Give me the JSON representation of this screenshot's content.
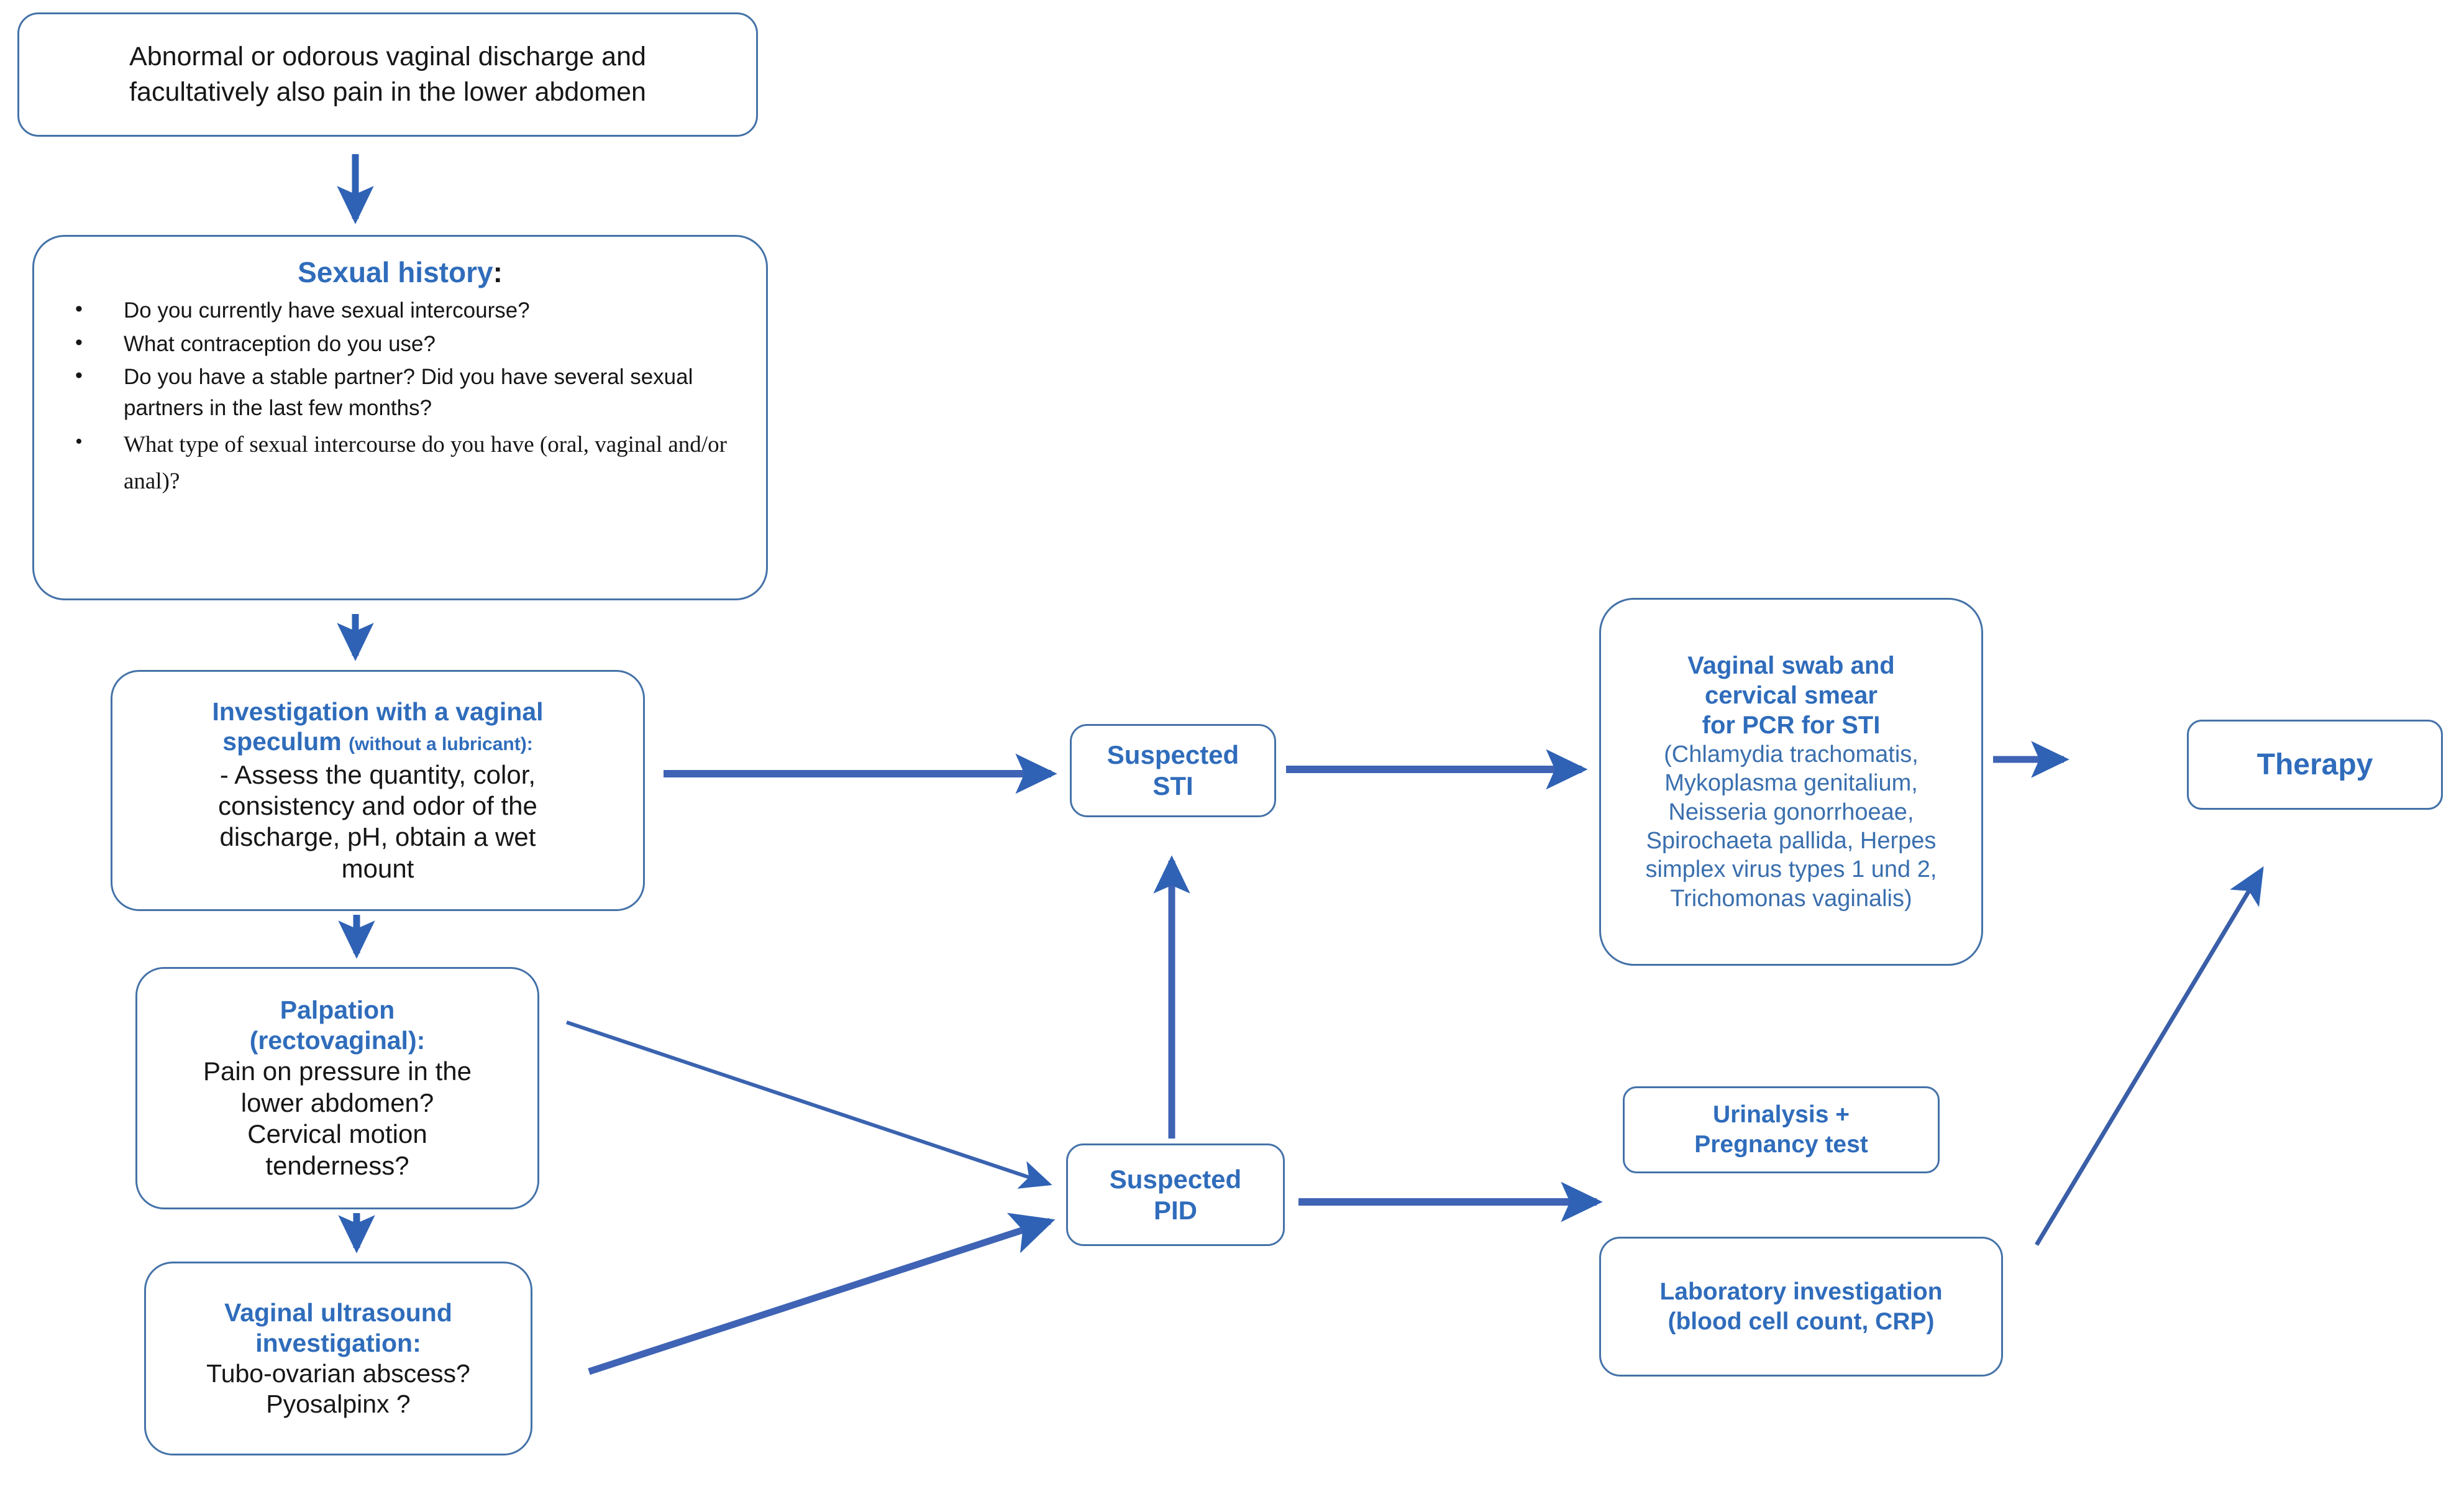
{
  "diagram": {
    "title": "Diagnostic flowchart for abnormal vaginal discharge",
    "accent_color": "#2f6cbb",
    "border_color": "#4472a8",
    "arrow_color": "#2f62b5",
    "background": "#ffffff"
  },
  "nodes": {
    "symptom": {
      "line1": "Abnormal or odorous vaginal discharge and",
      "line2": "facultatively also pain in the lower abdomen"
    },
    "sexual_history": {
      "title": "Sexual history",
      "title_colon": ":",
      "bullets": [
        "Do you currently have sexual intercourse?",
        "What contraception do you use?",
        "Do you have a stable partner? Did you have several sexual partners in the last few months?",
        "What type of sexual intercourse do you have (oral, vaginal and/or anal)?"
      ]
    },
    "speculum": {
      "head_line1": "Investigation with a vaginal",
      "head_line2": "speculum",
      "head_small": "(without a lubricant):",
      "body_line1": "- Assess the quantity, color,",
      "body_line2": "consistency and odor of the",
      "body_line3": "discharge, pH, obtain a wet",
      "body_line4": "mount"
    },
    "palpation": {
      "head_line1": "Palpation",
      "head_line2": "(rectovaginal):",
      "body_line1": "Pain on pressure in the",
      "body_line2": "lower abdomen?",
      "body_line3": "Cervical motion",
      "body_line4": "tenderness?"
    },
    "ultrasound": {
      "head_line1": "Vaginal ultrasound",
      "head_line2": "investigation:",
      "body_line1": "Tubo-ovarian abscess?",
      "body_line2": "Pyosalpinx ?"
    },
    "suspected_sti": {
      "line1": "Suspected",
      "line2": "STI"
    },
    "suspected_pid": {
      "line1": "Suspected",
      "line2": "PID"
    },
    "swab": {
      "head_line1": "Vaginal swab and",
      "head_line2": "cervical smear",
      "head_line3": "for PCR for STI",
      "list_line1": "(Chlamydia trachomatis,",
      "list_line2": "Mykoplasma genitalium,",
      "list_line3": "Neisseria gonorrhoeae,",
      "list_line4": "Spirochaeta pallida, Herpes",
      "list_line5": "simplex virus types 1 und 2,",
      "list_line6": "Trichomonas vaginalis)"
    },
    "urinalysis": {
      "line1": "Urinalysis +",
      "line2": "Pregnancy test"
    },
    "laboratory": {
      "line1": "Laboratory investigation",
      "line2": "(blood cell count, CRP)"
    },
    "therapy": {
      "label": "Therapy"
    }
  },
  "edges": [
    {
      "name": "symptom-to-sexual-history",
      "kind": "arrow-down"
    },
    {
      "name": "sexual-history-to-speculum",
      "kind": "arrow-down"
    },
    {
      "name": "speculum-to-palpation",
      "kind": "arrow-down"
    },
    {
      "name": "palpation-to-ultrasound",
      "kind": "arrow-down"
    },
    {
      "name": "speculum-to-suspected-sti",
      "kind": "arrow-right"
    },
    {
      "name": "palpation-to-suspected-pid",
      "kind": "arrow-diagonal-thin"
    },
    {
      "name": "ultrasound-to-suspected-pid",
      "kind": "arrow-diagonal-thick"
    },
    {
      "name": "suspected-pid-to-suspected-sti",
      "kind": "arrow-up"
    },
    {
      "name": "suspected-sti-to-swab",
      "kind": "arrow-right"
    },
    {
      "name": "swab-to-therapy",
      "kind": "arrow-right"
    },
    {
      "name": "suspected-pid-to-urinalysis",
      "kind": "arrow-right"
    },
    {
      "name": "laboratory-to-therapy",
      "kind": "arrow-diagonal-up"
    }
  ]
}
